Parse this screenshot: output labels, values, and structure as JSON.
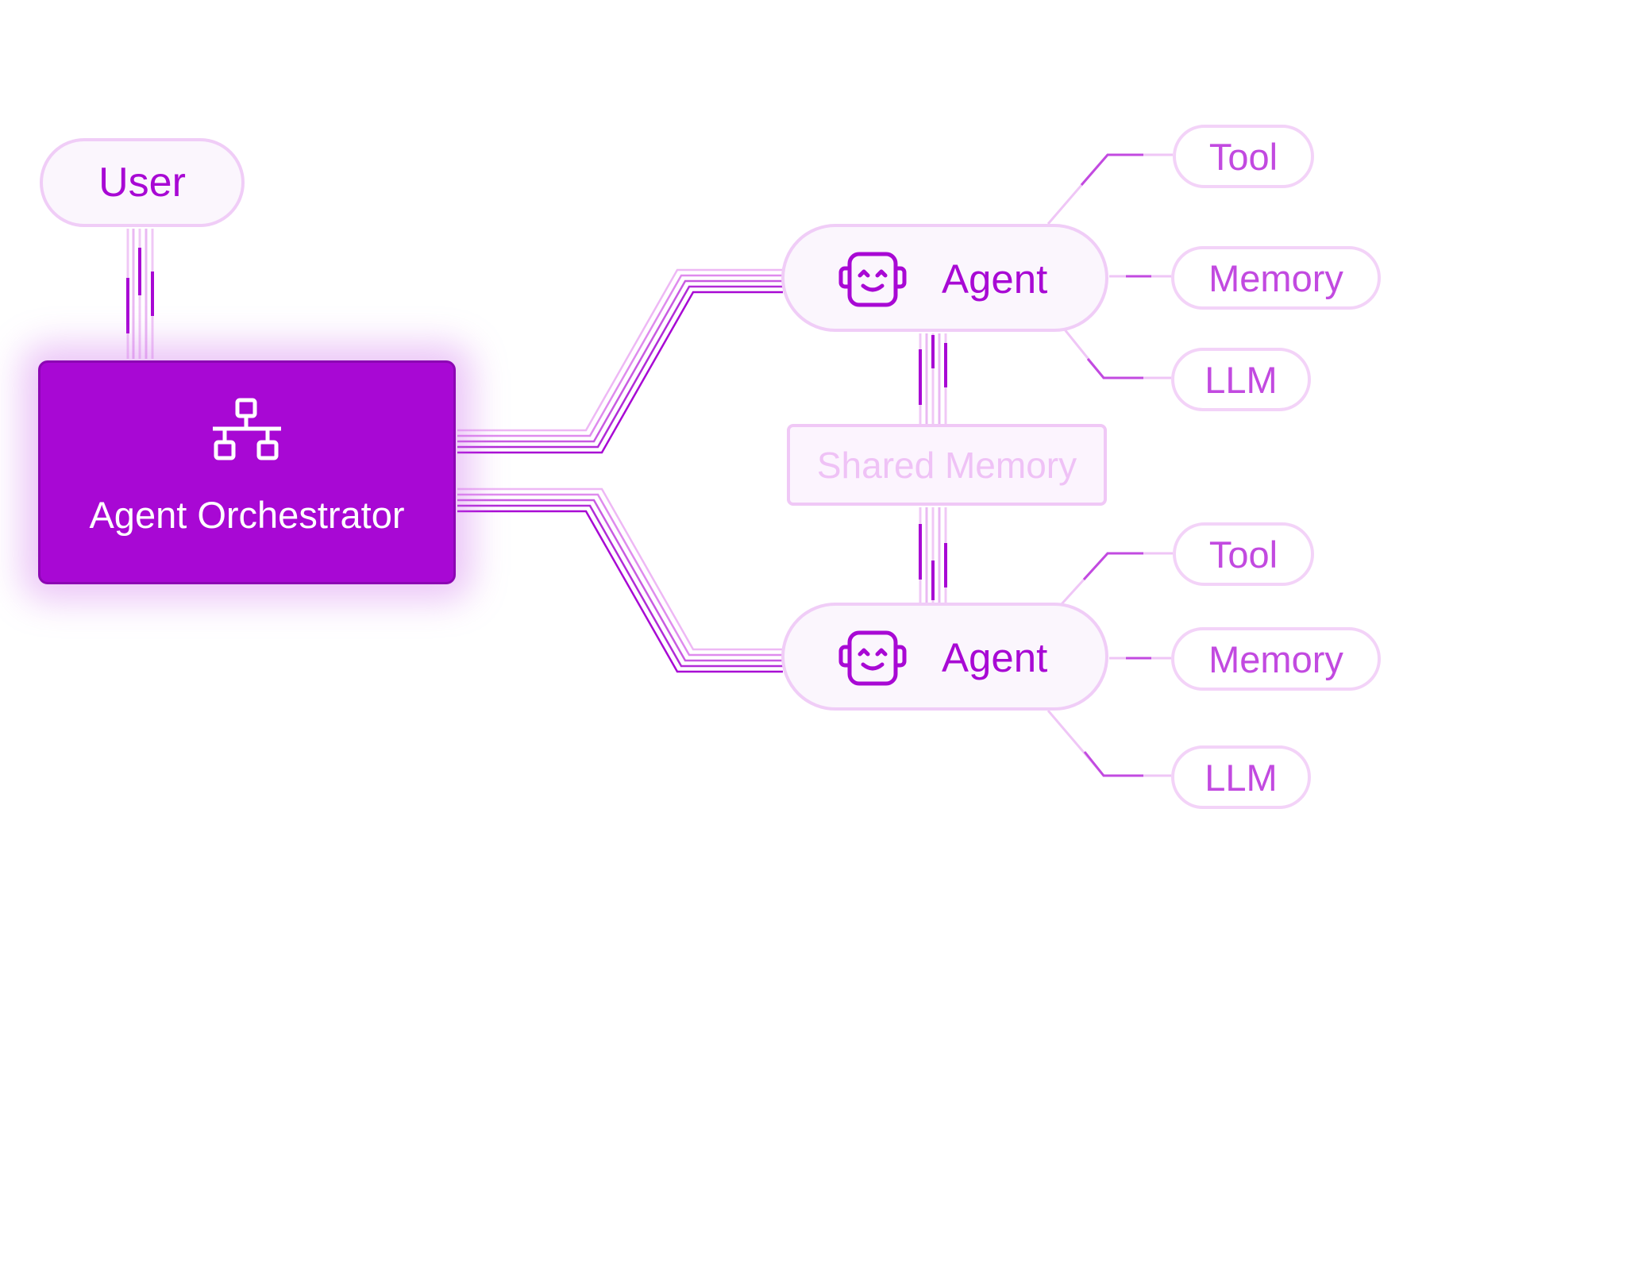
{
  "user": {
    "label": "User"
  },
  "orchestrator": {
    "label": "Agent Orchestrator",
    "icon": "network-icon"
  },
  "agents": [
    {
      "label": "Agent",
      "icon": "robot-icon",
      "tools": {
        "tool": "Tool",
        "memory": "Memory",
        "llm": "LLM"
      }
    },
    {
      "label": "Agent",
      "icon": "robot-icon",
      "tools": {
        "tool": "Tool",
        "memory": "Memory",
        "llm": "LLM"
      }
    }
  ],
  "shared_memory": {
    "label": "Shared Memory"
  },
  "colors": {
    "accent": "#a808d4",
    "pill_fill": "#fbf6fd",
    "pill_border": "#f0cdf7",
    "sub_text": "#c24ae0",
    "shared_text": "#efc2f6"
  }
}
